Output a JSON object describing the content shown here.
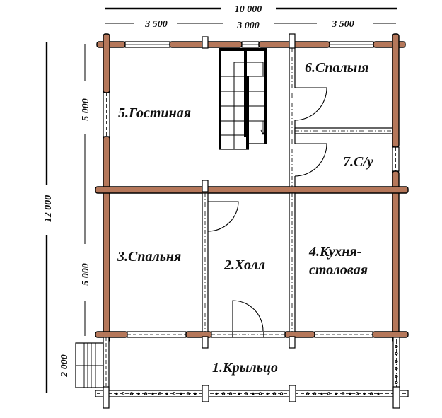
{
  "drawing": {
    "type": "floor-plan",
    "wall_color": "#b5775a",
    "line_color": "#000000",
    "background": "#ffffff"
  },
  "dimensions": {
    "total_width": "10 000",
    "width_left": "3 500",
    "width_middle": "3 000",
    "width_right": "3 500",
    "total_depth": "12 000",
    "depth_top": "5 000",
    "depth_bottom": "5 000",
    "depth_porch": "2 000"
  },
  "rooms": {
    "r1": "1.Крыльцо",
    "r2": "2.Холл",
    "r3": "3.Спальня",
    "r4_line1": "4.Кухня-",
    "r4_line2": "столовая",
    "r5": "5.Гостиная",
    "r6": "6.Спальня",
    "r7": "7.С/у"
  }
}
